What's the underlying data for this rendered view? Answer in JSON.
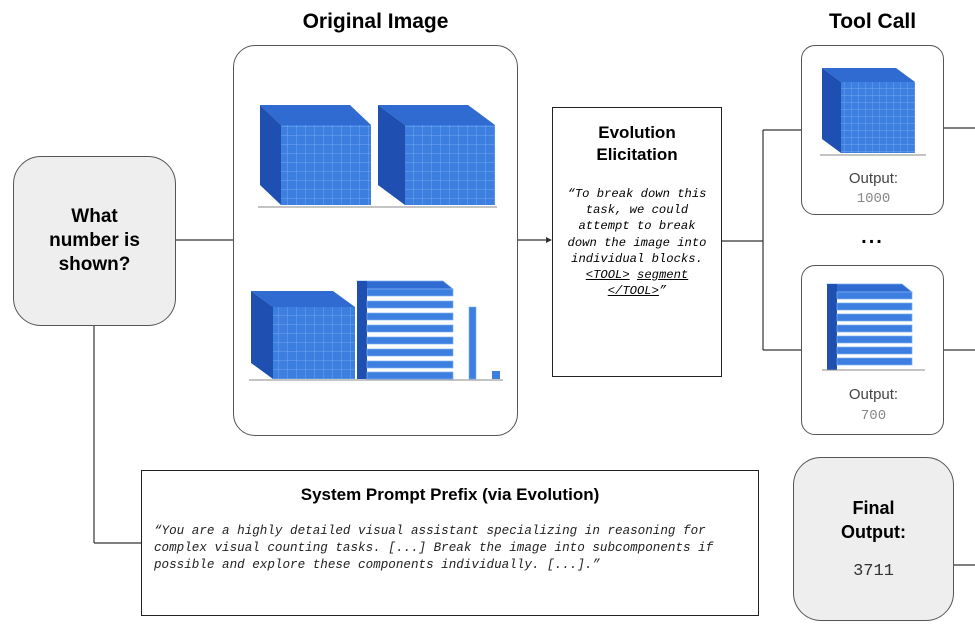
{
  "headings": {
    "original_image": "Original Image",
    "tool_call": "Tool Call"
  },
  "question": "What number is shown?",
  "evolution": {
    "title": "Evolution Elicitation",
    "quote_text": "“To break down this task, we could attempt to break down the image into individual blocks.",
    "tool_open": "<TOOL>",
    "tool_name": "segment",
    "tool_close": "</TOOL>",
    "quote_close": "”"
  },
  "tool_outputs": [
    {
      "label": "Output:",
      "value": "1000"
    },
    {
      "label": "Output:",
      "value": "700"
    }
  ],
  "ellipsis": "...",
  "system_prompt": {
    "title": "System Prompt Prefix (via Evolution)",
    "text": "“You are a highly detailed visual assistant specializing in reasoning for complex visual counting tasks. [...] Break the image into subcomponents if possible and explore these components individually. [...].”"
  },
  "final": {
    "label": "Final Output:",
    "value": "3711"
  },
  "colors": {
    "cube_face": "#3d7fe0",
    "cube_top": "#2f6bd0",
    "cube_side": "#1f4fb0",
    "grid": "#7fb0f2",
    "box_gray": "#eeeeee",
    "tool_value_gray": "#888888"
  },
  "icons": {
    "thousand_cube": "base-ten-thousand-block-icon",
    "hundred_flat_stack": "base-ten-hundred-flats-icon",
    "ten_rod": "base-ten-rod-icon",
    "unit_cube": "base-ten-unit-icon"
  }
}
